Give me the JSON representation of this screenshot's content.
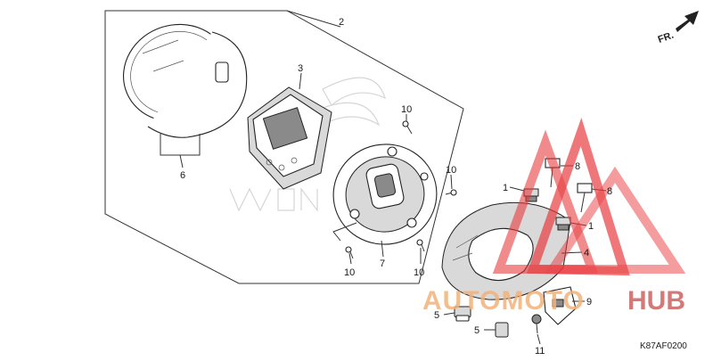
{
  "diagram": {
    "direction_label": "FR.",
    "code": "K87AF0200",
    "watermark": {
      "part1": "AUTOMOTO",
      "part2": "HUB",
      "color1": "#f3b27a",
      "color2": "#e07a7a",
      "triangle_color": "#e8373a"
    },
    "callouts": {
      "c1a": "1",
      "c1b": "1",
      "c2": "2",
      "c3": "3",
      "c4": "4",
      "c5a": "5",
      "c5b": "5",
      "c6": "6",
      "c7": "7",
      "c8a": "8",
      "c8b": "8",
      "c9": "9",
      "c10a": "10",
      "c10b": "10",
      "c10c": "10",
      "c10d": "10",
      "c11": "11"
    }
  }
}
